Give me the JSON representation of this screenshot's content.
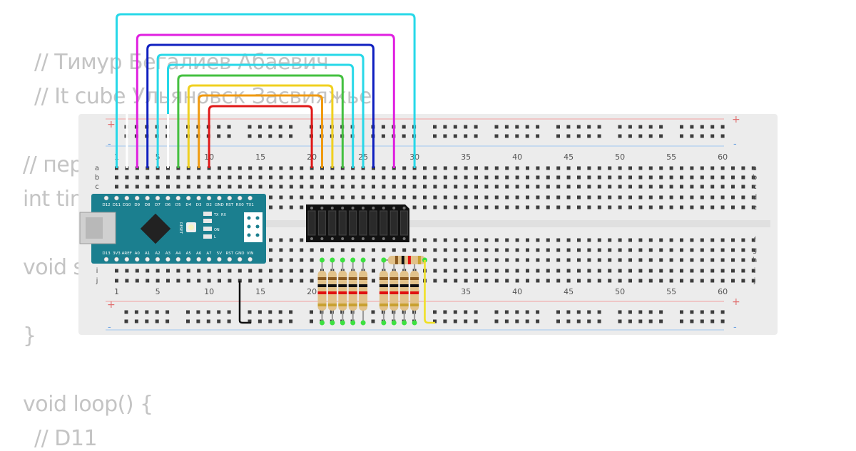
{
  "code_lines": [
    "// Тимур Бегалиев Абаевич",
    "// It cube Ульяновск Засвияжье",
    "// пер",
    "int tim",
    "void s",
    "}",
    "void loop() {",
    "// D11"
  ],
  "breadboard": {
    "column_numbers": [
      "1",
      "5",
      "10",
      "15",
      "20",
      "25",
      "30",
      "35",
      "40",
      "45",
      "50",
      "55",
      "60"
    ],
    "row_letters_top": [
      "a",
      "b",
      "c",
      "d",
      "e"
    ],
    "row_letters_bottom": [
      "f",
      "g",
      "h",
      "i",
      "j"
    ],
    "rail_plus": "+",
    "rail_minus": "-"
  },
  "arduino": {
    "top_pin_labels": [
      "D12",
      "D11",
      "D10",
      "D9",
      "D8",
      "D7",
      "D6",
      "D5",
      "D4",
      "D3",
      "D2",
      "GND",
      "RST",
      "RX0",
      "TX1"
    ],
    "bottom_pin_labels": [
      "D13",
      "3V3",
      "AREF",
      "A0",
      "A1",
      "A2",
      "A3",
      "A4",
      "A5",
      "A6",
      "A7",
      "5V",
      "RST",
      "GND",
      "VIN"
    ],
    "side_labels": [
      "TX",
      "RX",
      "ON",
      "L"
    ],
    "reset_label": "RESET"
  },
  "colors": {
    "wire_cyan": "#27d8e8",
    "wire_magenta": "#e020e0",
    "wire_blue": "#1020c0",
    "wire_green": "#44c040",
    "wire_yellow": "#f0d020",
    "wire_orange": "#f09a10",
    "wire_red": "#e01818",
    "arduino_teal": "#1b7f8f",
    "rail_red": "#f2a0a0",
    "rail_blue": "#a0c8f0"
  }
}
